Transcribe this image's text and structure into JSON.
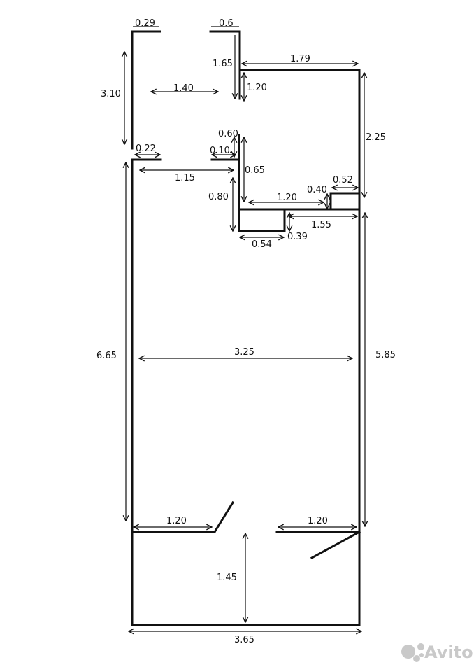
{
  "colors": {
    "wall": "#111111",
    "dimension": "#111111",
    "background": "#ffffff",
    "watermark": "#c9c9c9"
  },
  "labels": {
    "top_left_stub": "0.29",
    "top_mid_stub": "0.6",
    "partition_height": "1.65",
    "upper_right_width": "1.79",
    "corridor_height": "3.10",
    "corridor_width": "1.40",
    "partition_gap": "1.20",
    "right_upper_height": "2.25",
    "stub_060": "0.60",
    "stub_022": "0.22",
    "stub_010": "0.10",
    "hall_width": "1.15",
    "wall_065": "0.65",
    "wall_080": "0.80",
    "niche_width": "1.20",
    "niche_040": "0.40",
    "niche_052": "0.52",
    "ledge_155": "1.55",
    "box_054": "0.54",
    "box_039": "0.39",
    "left_height": "6.65",
    "room_width": "3.25",
    "right_height": "5.85",
    "door_left": "1.20",
    "door_right": "1.20",
    "bottom_depth": "1.45",
    "total_width": "3.65"
  },
  "watermark": {
    "icon": "avito-dots-icon",
    "text": "Avito"
  }
}
